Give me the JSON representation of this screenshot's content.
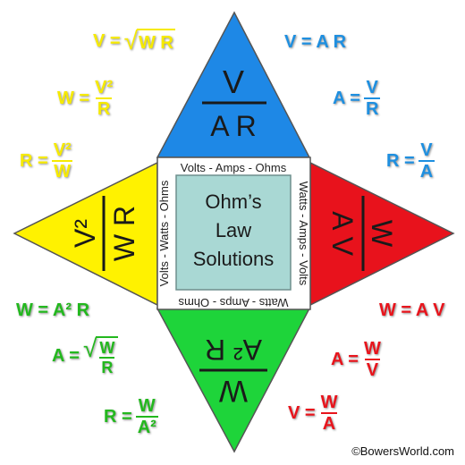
{
  "colors": {
    "top": "#1e88e6",
    "left": "#fff200",
    "right": "#e8121c",
    "bottom": "#1ed43a",
    "center_fill": "#a9d8d4",
    "center_border": "#7a9a98"
  },
  "center_title": [
    "Ohm’s",
    "Law",
    "Solutions"
  ],
  "frame": {
    "top": "Volts - Amps - Ohms",
    "right": "Watts - Amps - Volts",
    "bottom": "Watts - Amps - Ohms",
    "left": "Volts - Watts - Ohms"
  },
  "wedges": {
    "top": {
      "numerator": "V",
      "denominator": "A R"
    },
    "left": {
      "numerator": "V²",
      "denominator": "W R"
    },
    "right": {
      "numerator": "W",
      "denominator": "A V"
    },
    "bottom": {
      "numerator": "W",
      "denominator": "A² R"
    }
  },
  "formulas": {
    "yellow": {
      "f1": {
        "lhs": "V =",
        "radicand": "W R"
      },
      "f2": {
        "lhs": "W =",
        "num": "V²",
        "den": "R"
      },
      "f3": {
        "lhs": "R =",
        "num": "V²",
        "den": "W"
      }
    },
    "blue": {
      "f1": {
        "text": "V = A R"
      },
      "f2": {
        "lhs": "A =",
        "num": "V",
        "den": "R"
      },
      "f3": {
        "lhs": "R =",
        "num": "V",
        "den": "A"
      }
    },
    "green": {
      "f1": {
        "text": "W = A² R"
      },
      "f2": {
        "lhs": "A =",
        "num": "W",
        "den": "R"
      },
      "f3": {
        "lhs": "R =",
        "num": "W",
        "den": "A²"
      }
    },
    "red": {
      "f1": {
        "text": "W = A V"
      },
      "f2": {
        "lhs": "A =",
        "num": "W",
        "den": "V"
      },
      "f3": {
        "lhs": "V =",
        "num": "W",
        "den": "A"
      }
    }
  },
  "copyright": "©BowersWorld.com"
}
